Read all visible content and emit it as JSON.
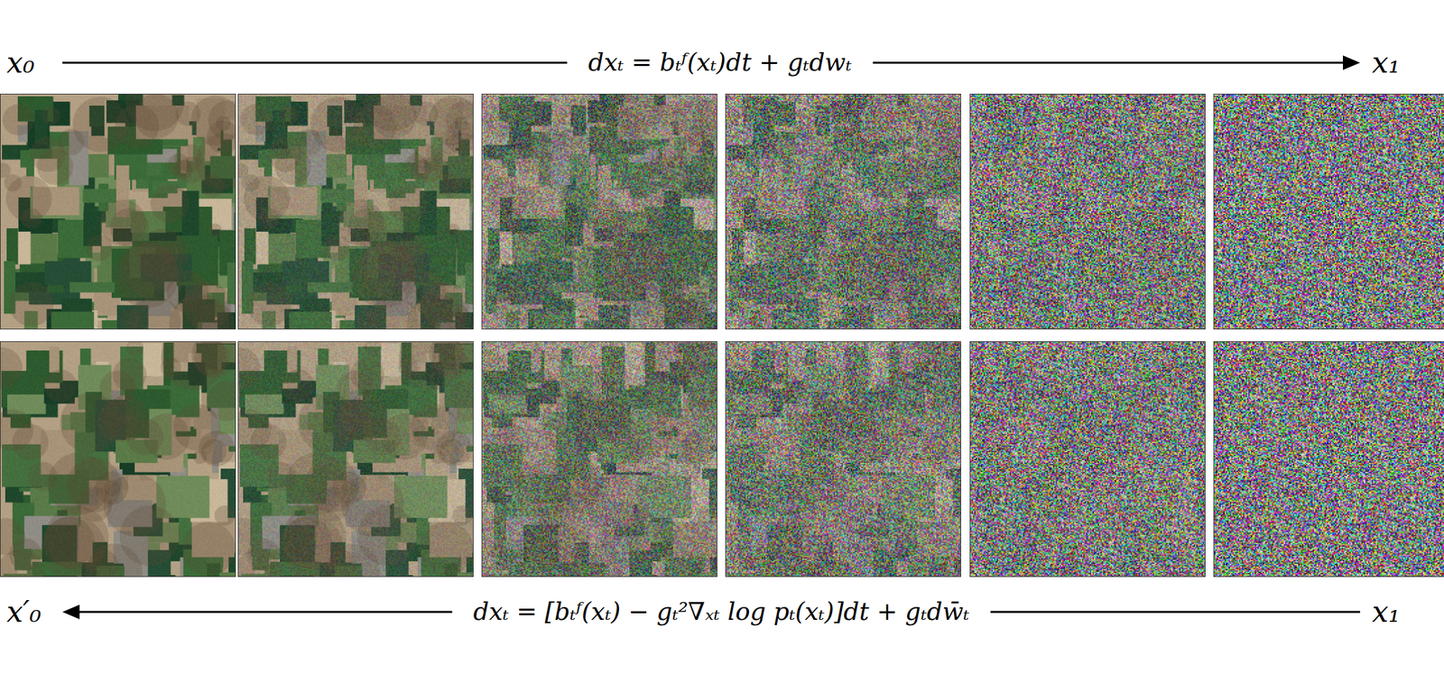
{
  "diagram": {
    "labels": [
      "x₀",
      "dxₜ = bₜᶠ(xₜ)dt + gₜdwₜ",
      "x₁",
      "x′₀",
      "dxₜ = [bₜᶠ(xₜ) − gₜ²∇ₓₜ log pₜ(xₜ)]dt + gₜdw̄ₜ",
      "x₁"
    ]
  }
}
